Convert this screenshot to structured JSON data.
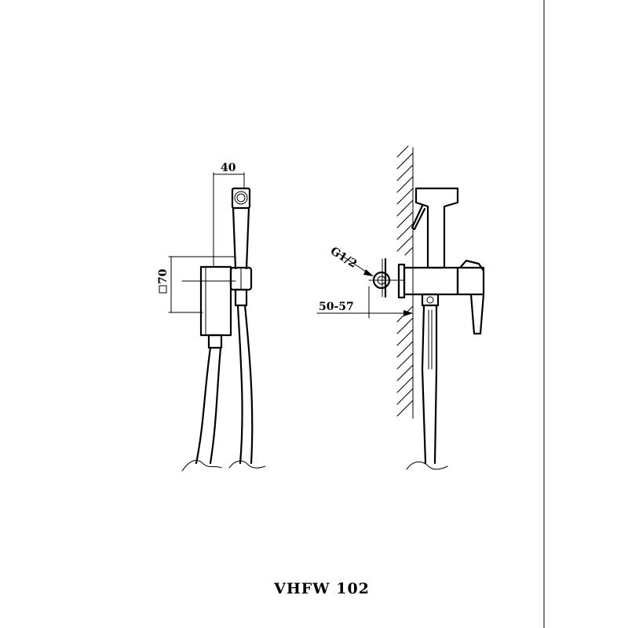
{
  "dimensions": {
    "width": "40",
    "height": "70",
    "thread": "G1/2",
    "depth": "50-57"
  },
  "title": "VHFW 102",
  "icons": {
    "square-symbol": "square-symbol-icon"
  }
}
